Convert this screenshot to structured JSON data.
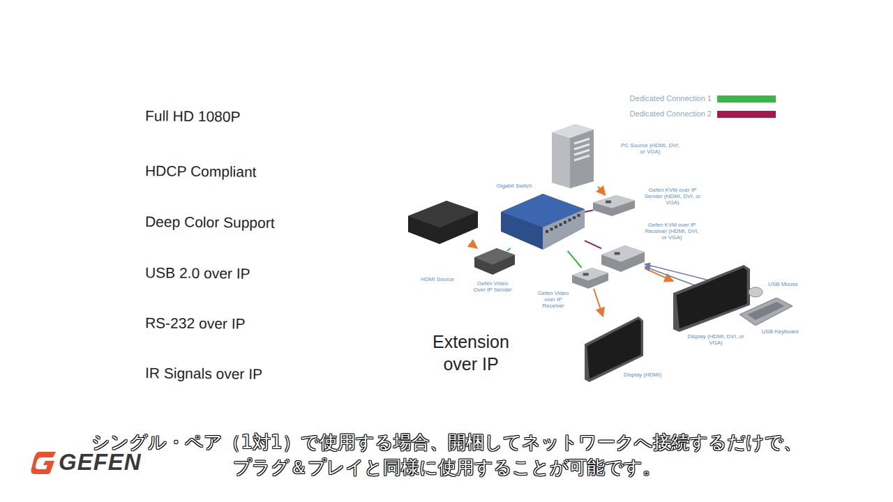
{
  "diagram": {
    "caption": "シングル・ペア（1対1）で使用する場合、開梱してネットワークへ接続するだけで、 プラグ＆プレイと同様に使用することが可能です。",
    "nodes": [
      {
        "text": [
          "PC Source (HDMI, DVI, or VGA)"
        ]
      },
      {
        "text": [
          "Gigabit Switch"
        ]
      },
      {
        "text": [
          "HDMI Source"
        ]
      },
      {
        "text": [
          "Gefen KVM over IP Sender (HDMI, DVI, or VGA)"
        ]
      },
      {
        "text": [
          "Gefen KVM over IP Receiver (HDMI, DVI, or VGA)"
        ]
      },
      {
        "text": [
          "Gefen Video Over IP Sender"
        ]
      },
      {
        "text": [
          "Gefen Video over IP Receiver"
        ]
      },
      {
        "text": [
          "Display (HDMI, DVI, or VGA)"
        ]
      },
      {
        "text": [
          "Display (HDMI)"
        ]
      },
      {
        "text": [
          "USB Mouse"
        ]
      },
      {
        "text": [
          "USB Keyboard"
        ]
      }
    ],
    "edges": [
      {
        "from": 0,
        "to": 3,
        "arrow": "to"
      },
      {
        "from": 3,
        "to": 1,
        "arrow": "none"
      },
      {
        "from": 1,
        "to": 4,
        "arrow": "none"
      },
      {
        "from": 4,
        "to": 7,
        "arrow": "to"
      },
      {
        "from": 9,
        "to": 4,
        "arrow": "to"
      },
      {
        "from": 10,
        "to": 4,
        "arrow": "to"
      },
      {
        "from": 2,
        "to": 5,
        "arrow": "to"
      },
      {
        "from": 5,
        "to": 1,
        "arrow": "none"
      },
      {
        "from": 1,
        "to": 6,
        "arrow": "none"
      },
      {
        "from": 6,
        "to": 8,
        "arrow": "to"
      }
    ],
    "labels": [
      "Full HD 1080P",
      "HDCP Compliant",
      "Deep Color Support",
      "USB 2.0 over IP",
      "RS-232 over IP",
      "IR Signals over IP",
      "Extension over IP",
      "GEFEN"
    ],
    "legend": [
      {
        "text": "Dedicated Connection 1",
        "color": "#3cb54a"
      },
      {
        "text": "Dedicated Connection 2",
        "color": "#a3194b"
      }
    ]
  }
}
